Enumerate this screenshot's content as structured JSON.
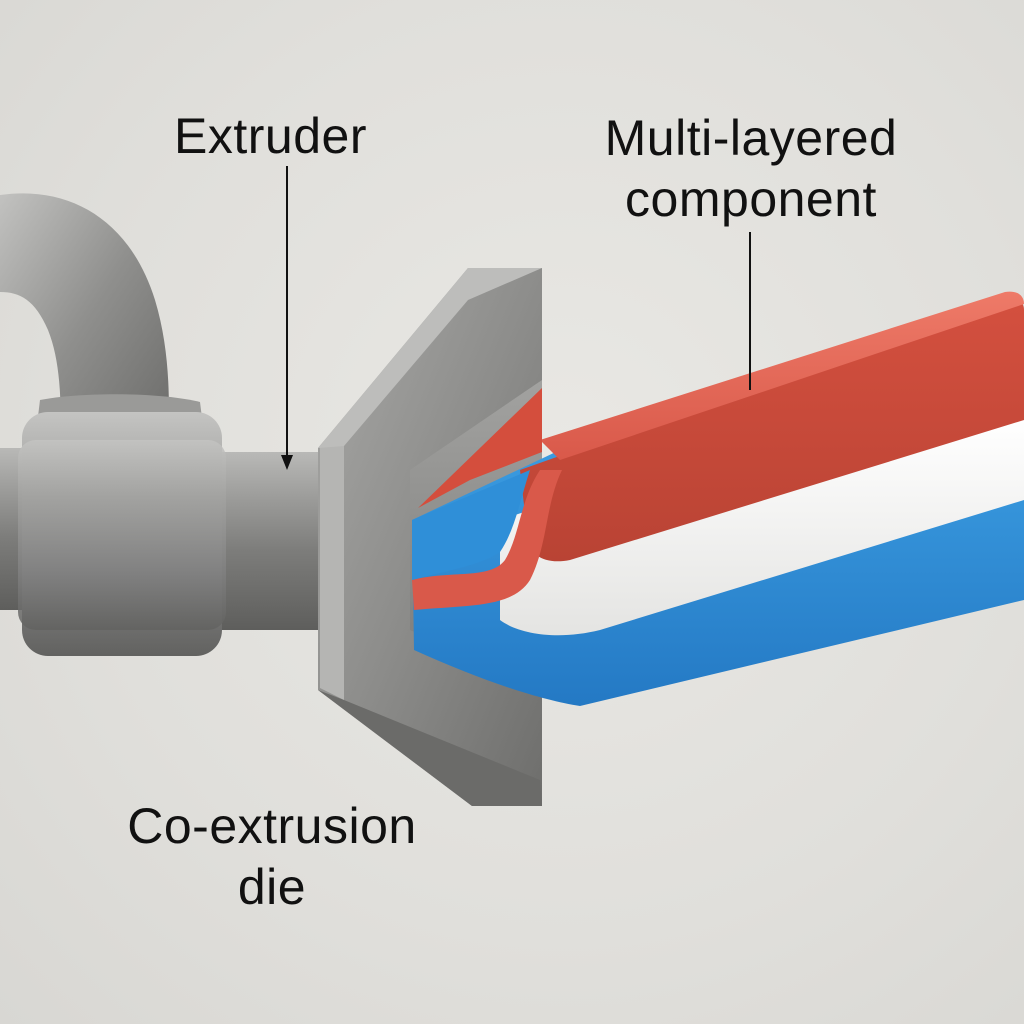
{
  "labels": {
    "extruder": "Extruder",
    "component_line1": "Multi-layered",
    "component_line2": "component",
    "die_line1": "Co-extrusion",
    "die_line2": "die"
  },
  "colors": {
    "background": "#e2e1dd",
    "metal": "#8f8f8d",
    "layer_top": "#d9594a",
    "layer_middle": "#f2f2f0",
    "layer_bottom": "#2f8fd8",
    "text": "#111111"
  }
}
